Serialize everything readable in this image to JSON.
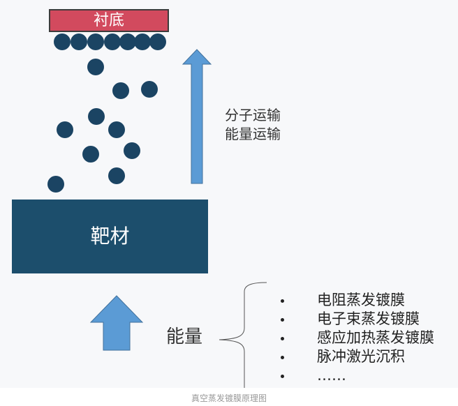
{
  "diagram": {
    "substrate_label": "衬底",
    "target_label": "靶材",
    "transport_labels": [
      "分子运输",
      "能量运输"
    ],
    "energy_label": "能量",
    "methods": [
      "电阻蒸发镀膜",
      "电子束蒸发镀膜",
      "感应加热蒸发镀膜",
      "脉冲激光沉积",
      "……"
    ],
    "caption": "真空蒸发镀膜原理图",
    "colors": {
      "substrate": "#d24a5e",
      "target": "#1c4e6c",
      "particle": "#1b4463",
      "arrow": "#5b9bd5"
    }
  }
}
